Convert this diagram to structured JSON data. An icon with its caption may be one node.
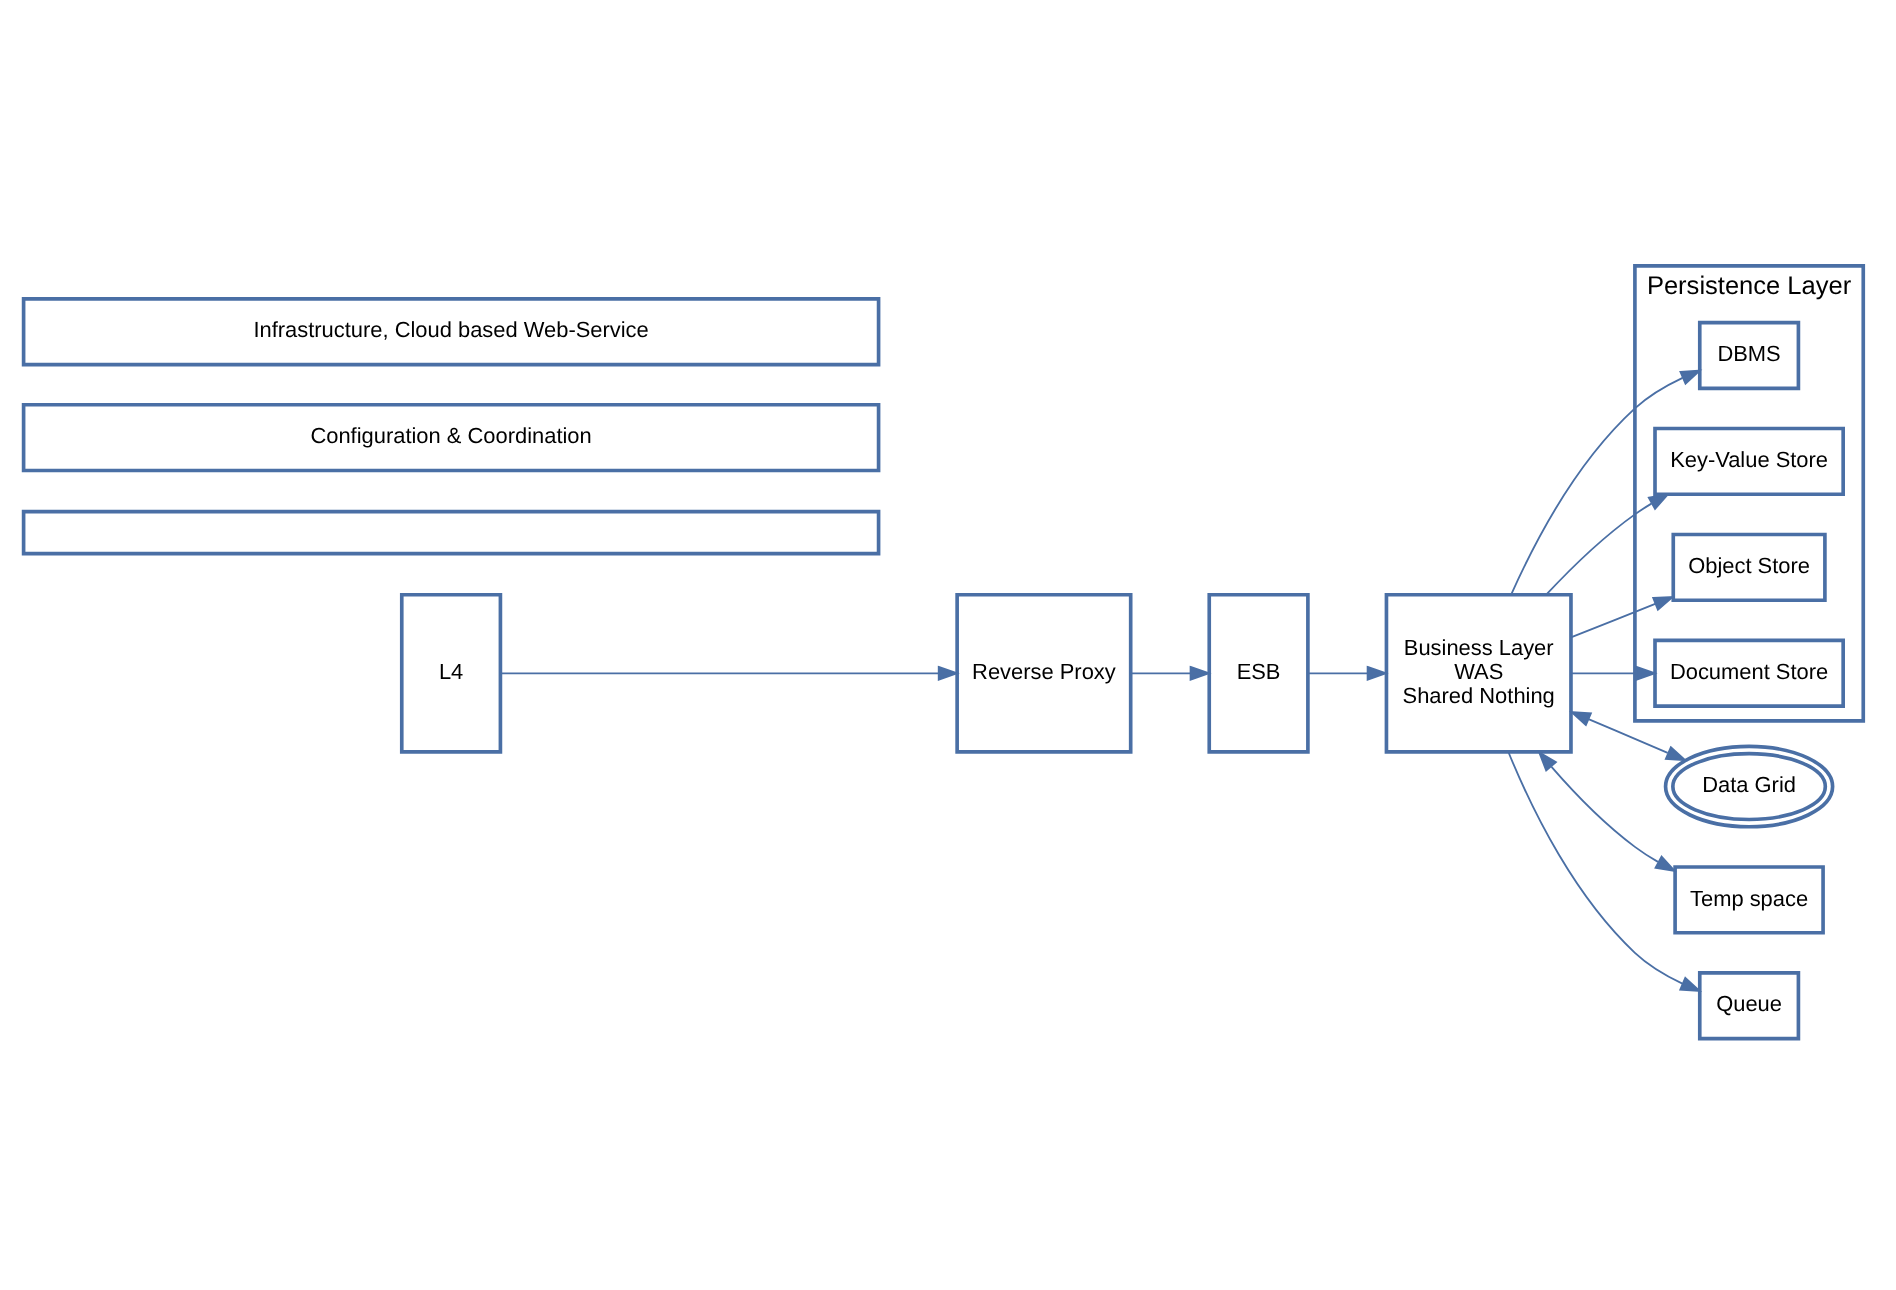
{
  "diagram": {
    "nodes": [
      {
        "text": [
          "L4"
        ]
      },
      {
        "text": [
          "Reverse Proxy"
        ]
      },
      {
        "text": [
          "ESB"
        ]
      },
      {
        "text": [
          "Business Layer",
          "WAS",
          "Shared Nothing"
        ]
      },
      {
        "text": [
          "Persistence Layer"
        ]
      },
      {
        "text": [
          "DBMS"
        ],
        "in": 4
      },
      {
        "text": [
          "Key-Value Store"
        ],
        "in": 4
      },
      {
        "text": [
          "Object Store"
        ],
        "in": 4
      },
      {
        "text": [
          "Document Store"
        ],
        "in": 4
      },
      {
        "text": [
          "Data Grid"
        ]
      },
      {
        "text": [
          "Temp space"
        ]
      },
      {
        "text": [
          "Queue"
        ]
      },
      {
        "text": [],
        "shape": "bar"
      },
      {
        "text": [
          "Configuration & Coordination"
        ]
      },
      {
        "text": [
          "Infrastructure, Cloud based Web-Service"
        ]
      }
    ],
    "edges": [
      {
        "from": 0,
        "to": 1,
        "arrow": "to"
      },
      {
        "from": 1,
        "to": 2,
        "arrow": "to"
      },
      {
        "from": 2,
        "to": 3,
        "arrow": "to"
      },
      {
        "from": 3,
        "to": 5,
        "arrow": "to"
      },
      {
        "from": 3,
        "to": 6,
        "arrow": "to"
      },
      {
        "from": 3,
        "to": 7,
        "arrow": "to"
      },
      {
        "from": 3,
        "to": 8,
        "arrow": "to"
      },
      {
        "from": 3,
        "to": 9,
        "arrow": "both"
      },
      {
        "from": 3,
        "to": 10,
        "arrow": "both"
      },
      {
        "from": 3,
        "to": 11,
        "arrow": "to"
      }
    ]
  }
}
